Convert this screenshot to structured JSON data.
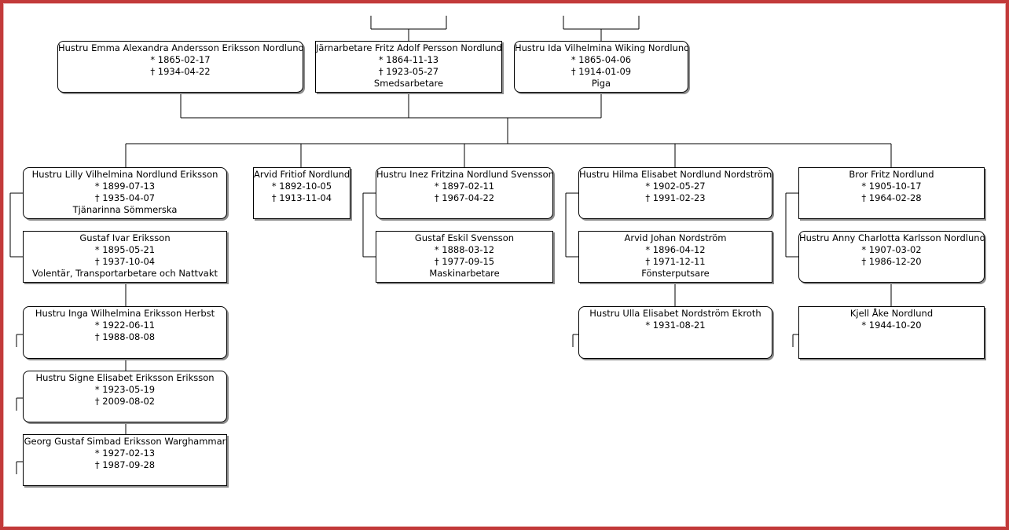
{
  "people": {
    "p_emma": {
      "name": "Hustru Emma Alexandra Andersson Eriksson Nordlund",
      "birth": "* 1865-02-17",
      "death": "† 1934-04-22",
      "occupation": ""
    },
    "p_fritz": {
      "name": "Järnarbetare Fritz Adolf Persson Nordlund",
      "birth": "* 1864-11-13",
      "death": "† 1923-05-27",
      "occupation": "Smedsarbetare"
    },
    "p_ida": {
      "name": "Hustru Ida Vilhelmina Wiking Nordlund",
      "birth": "* 1865-04-06",
      "death": "† 1914-01-09",
      "occupation": "Piga"
    },
    "p_lilly": {
      "name": "Hustru Lilly Vilhelmina Nordlund Eriksson",
      "birth": "* 1899-07-13",
      "death": "† 1935-04-07",
      "occupation": "Tjänarinna Sömmerska"
    },
    "p_gustaf": {
      "name": "Gustaf Ivar Eriksson",
      "birth": "* 1895-05-21",
      "death": "† 1937-10-04",
      "occupation": "Volentär, Transportarbetare och Nattvakt"
    },
    "p_inga": {
      "name": "Hustru Inga Wilhelmina Eriksson Herbst",
      "birth": "* 1922-06-11",
      "death": "† 1988-08-08",
      "occupation": ""
    },
    "p_signe": {
      "name": "Hustru Signe Elisabet Eriksson Eriksson",
      "birth": "* 1923-05-19",
      "death": "† 2009-08-02",
      "occupation": ""
    },
    "p_georg": {
      "name": "Georg Gustaf Simbad Eriksson Warghammar",
      "birth": "* 1927-02-13",
      "death": "† 1987-09-28",
      "occupation": ""
    },
    "p_arvidf": {
      "name": "Arvid Fritiof Nordlund",
      "birth": "* 1892-10-05",
      "death": "† 1913-11-04",
      "occupation": ""
    },
    "p_inez": {
      "name": "Hustru Inez Fritzina Nordlund Svensson",
      "birth": "* 1897-02-11",
      "death": "† 1967-04-22",
      "occupation": ""
    },
    "p_eskil": {
      "name": "Gustaf Eskil Svensson",
      "birth": "* 1888-03-12",
      "death": "† 1977-09-15",
      "occupation": "Maskinarbetare"
    },
    "p_hilma": {
      "name": "Hustru Hilma Elisabet Nordlund Nordström",
      "birth": "* 1902-05-27",
      "death": "† 1991-02-23",
      "occupation": ""
    },
    "p_arvidj": {
      "name": "Arvid Johan Nordström",
      "birth": "* 1896-04-12",
      "death": "† 1971-12-11",
      "occupation": "Fönsterputsare"
    },
    "p_ulla": {
      "name": "Hustru Ulla Elisabet Nordström Ekroth",
      "birth": "* 1931-08-21",
      "death": "",
      "occupation": ""
    },
    "p_bror": {
      "name": "Bror Fritz Nordlund",
      "birth": "* 1905-10-17",
      "death": "† 1964-02-28",
      "occupation": ""
    },
    "p_anny": {
      "name": "Hustru Anny Charlotta Karlsson Nordlund",
      "birth": "* 1907-03-02",
      "death": "† 1986-12-20",
      "occupation": ""
    },
    "p_kjell": {
      "name": "Kjell Åke Nordlund",
      "birth": "* 1944-10-20",
      "death": "",
      "occupation": ""
    }
  },
  "colors": {
    "frame": "#c23a3a",
    "line": "#000000",
    "box_border": "#000000",
    "box_shadow": "#8c8c8c"
  }
}
